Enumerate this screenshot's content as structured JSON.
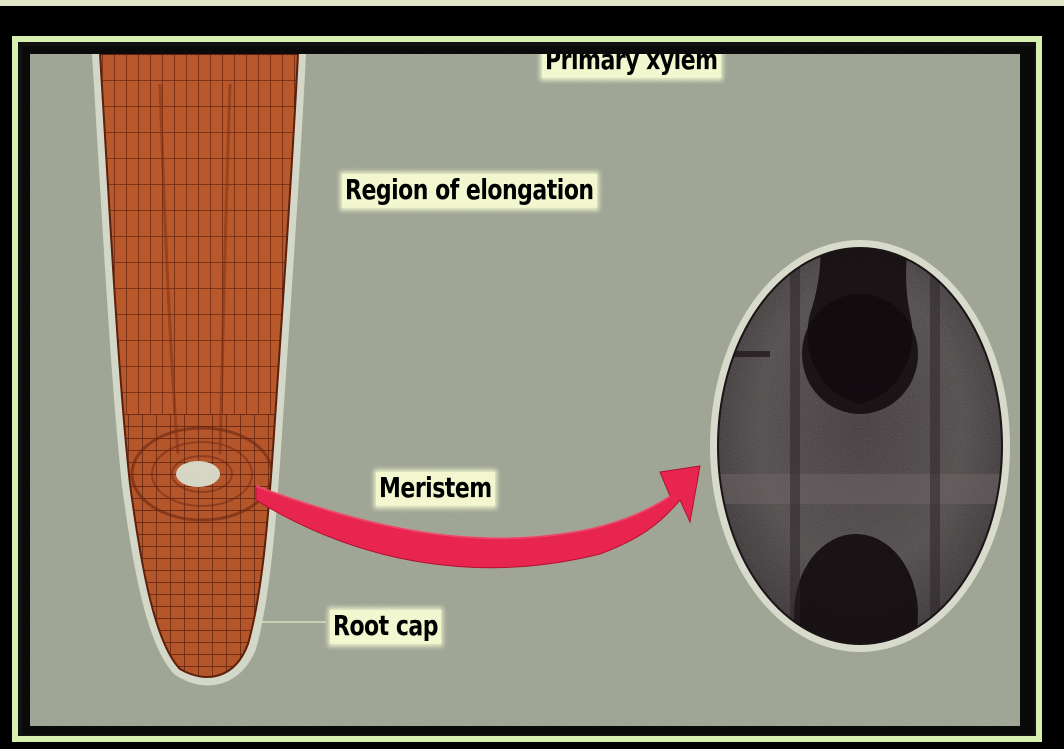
{
  "labels": {
    "primary_xylem": "Primary xylem",
    "region_of_elongation": "Region of elongation",
    "meristem": "Meristem",
    "root_cap": "Root cap"
  },
  "colors": {
    "background": "#9aa08f",
    "root": "#b85a2c",
    "arrow": "#e8254e",
    "frame": "#d7f0b0",
    "label_bg": "#f2f7d0",
    "zoom_dark": "#2a2226"
  }
}
